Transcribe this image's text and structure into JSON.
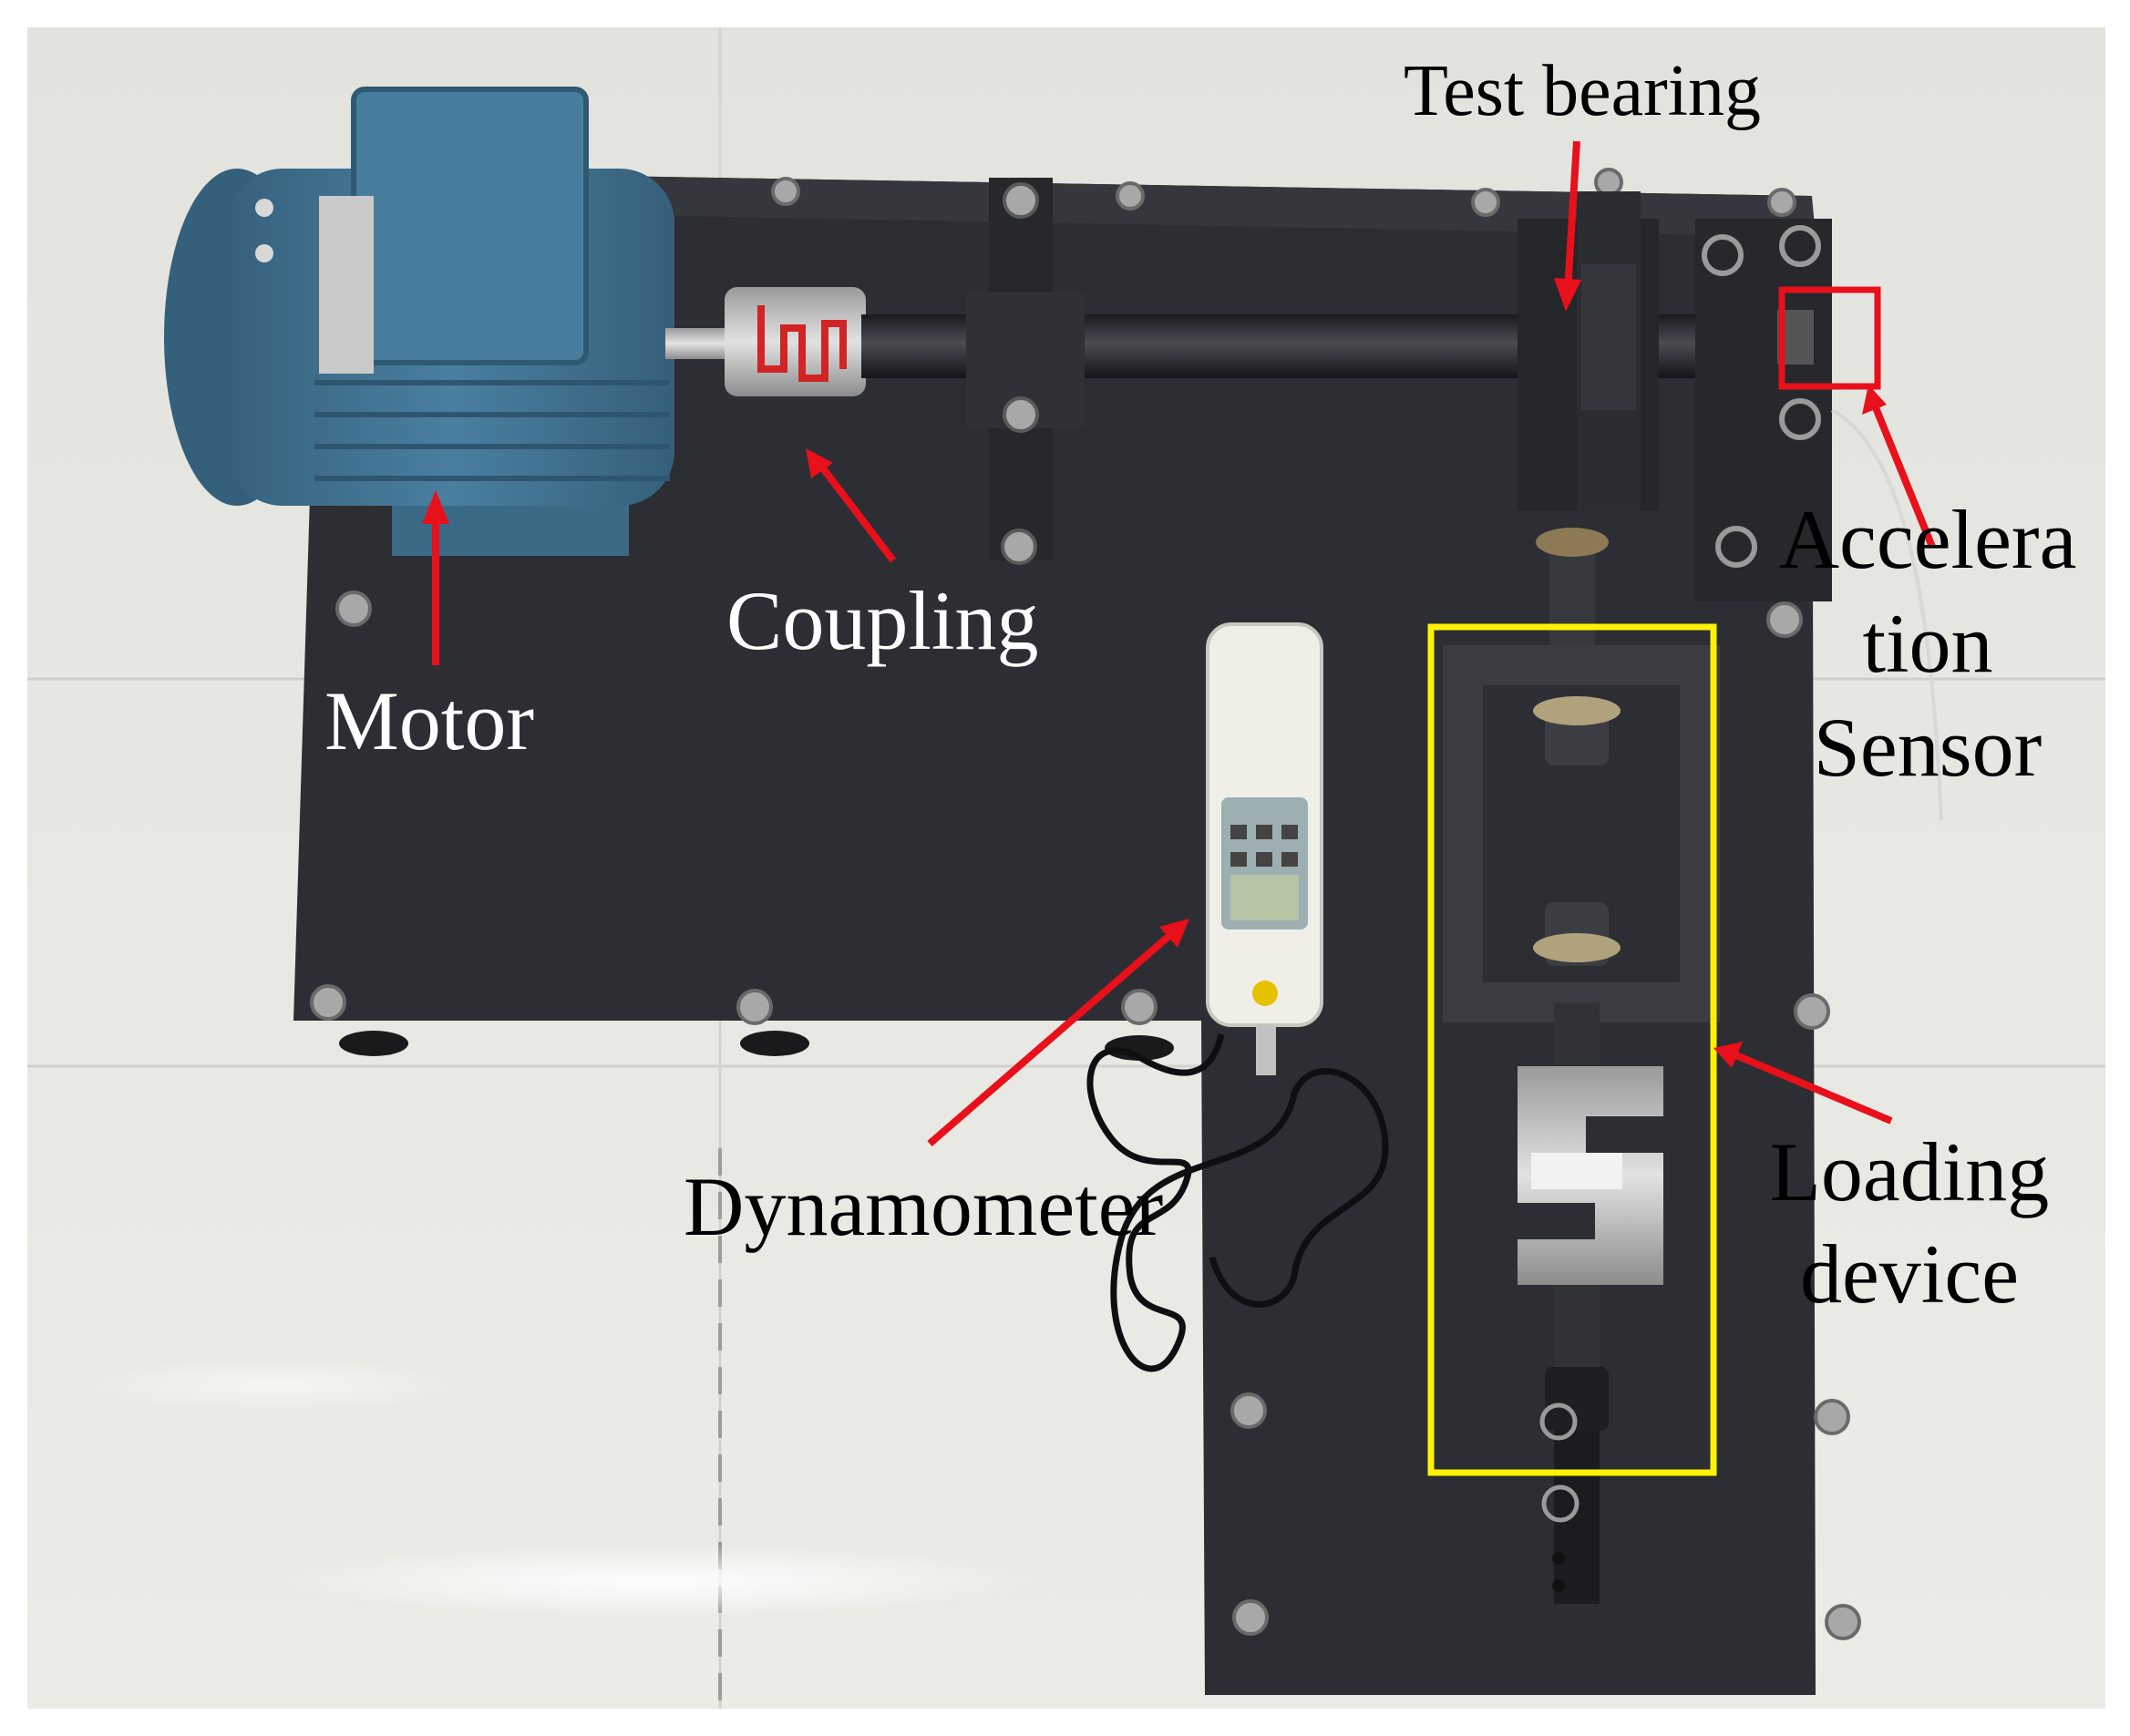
{
  "figure": {
    "colors": {
      "background_floor": "#e6e6e1",
      "baseplate": "#2c2e33",
      "motor": "#3f6f8e",
      "arrow": "#e8101a",
      "highlight_box_yellow": "#fff200",
      "highlight_box_red": "#e8101a",
      "dynamometer": "#efefe8"
    },
    "labels": {
      "test_bearing": "Test bearing",
      "motor": "Motor",
      "coupling": "Coupling",
      "acceleration_sensor": [
        "Accelera",
        "tion",
        "Sensor"
      ],
      "dynamometer": "Dynamometer",
      "loading_device": [
        "Loading",
        "device"
      ]
    }
  }
}
